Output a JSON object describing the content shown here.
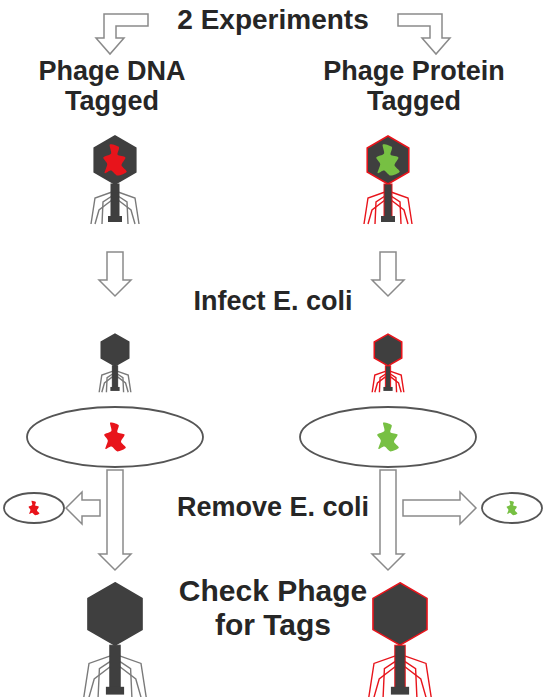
{
  "diagram": {
    "title": "2 Experiments",
    "labels": [
      "Phage DNA Tagged",
      "Phage Protein Tagged",
      "Infect E. coli",
      "Remove E. coli",
      "Check Phage for Tags"
    ]
  }
}
